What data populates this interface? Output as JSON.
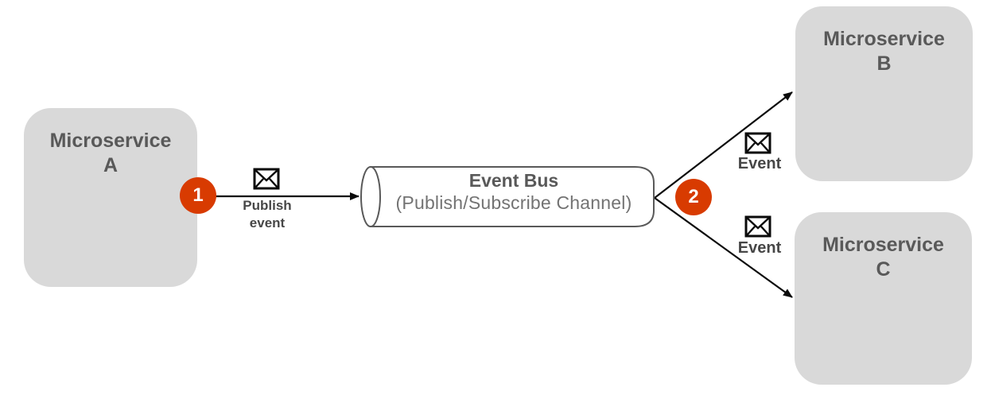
{
  "nodes": {
    "service_a": {
      "line1": "Microservice",
      "line2": "A"
    },
    "service_b": {
      "line1": "Microservice",
      "line2": "B"
    },
    "service_c": {
      "line1": "Microservice",
      "line2": "C"
    }
  },
  "event_bus": {
    "title": "Event Bus",
    "subtitle": "(Publish/Subscribe Channel)"
  },
  "badges": {
    "step1": "1",
    "step2": "2"
  },
  "labels": {
    "publish_event": "Publish event",
    "event_to_b": "Event",
    "event_to_c": "Event"
  },
  "icons": {
    "message": "envelope-icon"
  },
  "colors": {
    "badge": "#D83B01",
    "node_fill": "#D9D9D9",
    "node_text": "#595959",
    "bus_outline": "#595959",
    "bus_title": "#595959",
    "bus_subtitle": "#737373",
    "arrow": "#0a0a0a",
    "label_text": "#474747"
  }
}
